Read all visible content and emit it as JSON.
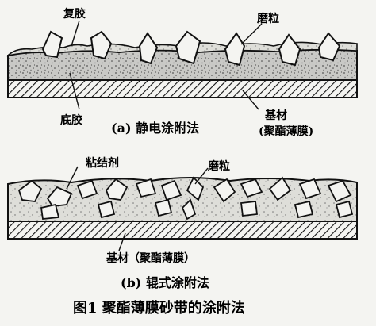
{
  "diagram_a": {
    "label_top_coat": "复胶",
    "label_abrasive": "磨粒",
    "label_base_coat": "底胶",
    "label_substrate_line1": "基材",
    "label_substrate_line2": "(聚酯薄膜)",
    "caption": "(a) 静电涂附法"
  },
  "diagram_b": {
    "label_binder": "粘结剂",
    "label_abrasive": "磨粒",
    "label_substrate": "基材（聚酯薄膜）",
    "caption": "(b) 辊式涂附法"
  },
  "figure_title": "图1  聚酯薄膜砂带的涂附法",
  "colors": {
    "ink": "#111111",
    "paper": "#f4f4f1",
    "glue": "#b8b8b8",
    "dots": "#555555"
  }
}
